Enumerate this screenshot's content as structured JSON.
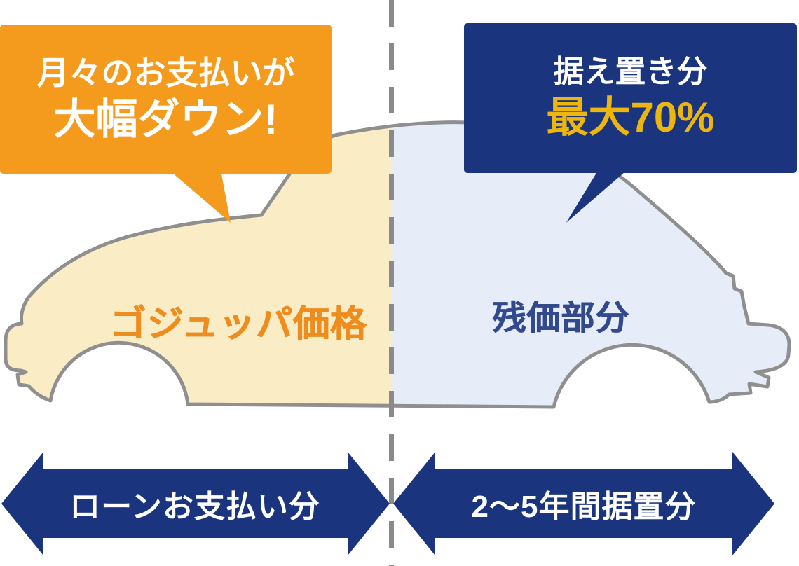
{
  "left_bubble": {
    "line1": "月々のお支払いが",
    "line2": "大幅ダウン!",
    "bg_color": "#F49B1E",
    "text_color": "#FFFFFF"
  },
  "right_bubble": {
    "line1": "据え置き分",
    "line2": "最大70%",
    "bg_color": "#1A347E",
    "line1_color": "#FFFFFF",
    "line2_color": "#EDB60E"
  },
  "car": {
    "left_section_label": "ゴジュッパ価格",
    "left_section_fill": "#FAEDC6",
    "left_label_color": "#EE8C1E",
    "right_section_label": "残価部分",
    "right_section_fill": "#E6EDF8",
    "right_label_color": "#32498C",
    "outline_color": "#8F8F8F"
  },
  "divider": {
    "style": "vertical-dashed",
    "color": "#8A8A8A"
  },
  "bottom_arrows": {
    "fill_color": "#1A347E",
    "text_color": "#FFFFFF",
    "left_label": "ローンお支払い分",
    "right_label": "2〜5年間据置分"
  }
}
